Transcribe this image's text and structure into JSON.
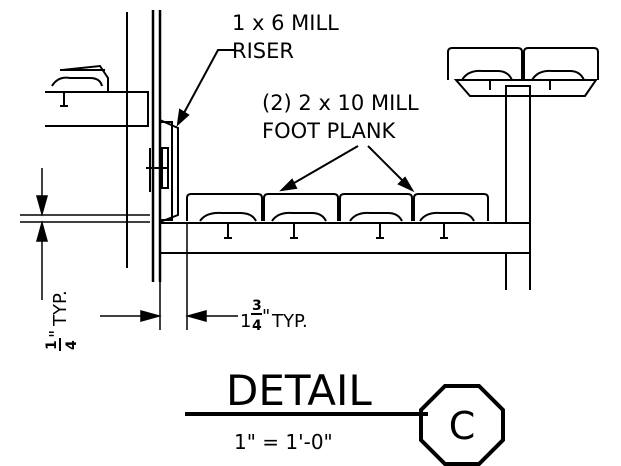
{
  "labels": {
    "riser_line1": "1 x 6 MILL",
    "riser_line2": "RISER",
    "plank_line1": "(2) 2 x 10 MILL",
    "plank_line2": "FOOT PLANK"
  },
  "dimensions": {
    "typ_left": {
      "whole": "1",
      "num": "",
      "den": "4",
      "inch": "\"",
      "suffix": "TYP."
    },
    "typ_right": {
      "whole": "1",
      "num": "3",
      "den": "4",
      "inch": "\"",
      "suffix": "TYP."
    }
  },
  "title": {
    "text": "DETAIL",
    "scale": "1\" = 1'-0\"",
    "mark": "C"
  }
}
